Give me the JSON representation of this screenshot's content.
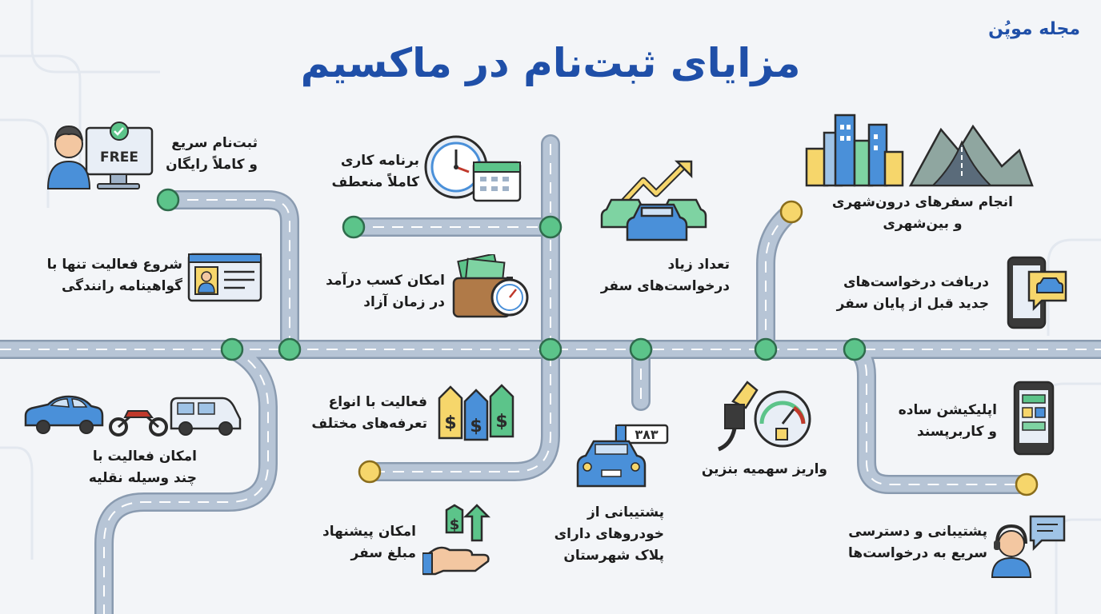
{
  "header": {
    "brand": "مجله موپُن",
    "title": "مزایای ثبت‌نام در ماکسیم"
  },
  "features": [
    {
      "id": "free-signup",
      "line1": "ثبت‌نام سریع",
      "line2": "و کاملاً رایگان",
      "icon": "free-computer-icon"
    },
    {
      "id": "license",
      "line1": "شروع فعالیت تنها با",
      "line2": "گواهینامه رانندگی",
      "icon": "license-card-icon"
    },
    {
      "id": "vehicles",
      "line1": "امکان فعالیت با",
      "line2": "چند وسیله نقلیه",
      "icon": "vehicles-icon"
    },
    {
      "id": "schedule",
      "line1": "برنامه کاری",
      "line2": "کاملاً منعطف",
      "icon": "clock-calendar-icon"
    },
    {
      "id": "income",
      "line1": "امکان کسب درآمد",
      "line2": "در زمان آزاد",
      "icon": "wallet-money-icon"
    },
    {
      "id": "tariffs",
      "line1": "فعالیت با انواع",
      "line2": "تعرفه‌های مختلف",
      "icon": "price-tags-icon"
    },
    {
      "id": "suggest-price",
      "line1": "امکان پیشنهاد",
      "line2": "مبلغ سفر",
      "icon": "hand-money-icon"
    },
    {
      "id": "many-requests",
      "line1": "تعداد زیاد",
      "line2": "درخواست‌های سفر",
      "icon": "cars-growth-icon"
    },
    {
      "id": "city-plates",
      "line1": "پشتیبانی از",
      "line2": "خودروهای دارای",
      "line3": "پلاک شهرستان",
      "icon": "car-plate-icon",
      "plate": "۳۸۳"
    },
    {
      "id": "fuel",
      "line1": "واریز سهمیه بنزین",
      "icon": "fuel-gauge-icon"
    },
    {
      "id": "trips",
      "line1": "انجام سفرهای درون‌شهری",
      "line2": "و بین‌شهری",
      "icon": "city-road-icon"
    },
    {
      "id": "next-request",
      "line1": "دریافت درخواست‌های",
      "line2": "جدید قبل از پایان سفر",
      "icon": "phone-car-icon"
    },
    {
      "id": "simple-app",
      "line1": "اپلیکیشن ساده",
      "line2": "و کاربرپسند",
      "icon": "app-phone-icon"
    },
    {
      "id": "support",
      "line1": "پشتیبانی و دسترسی",
      "line2": "سریع به درخواست‌ها",
      "icon": "support-agent-icon"
    }
  ],
  "colors": {
    "title": "#1f4fa8",
    "road": "#b4c2d3",
    "road_edge": "#8a9bb0",
    "node_green": "#5cc48a",
    "node_yellow": "#f6d66b"
  },
  "free_badge": "FREE"
}
